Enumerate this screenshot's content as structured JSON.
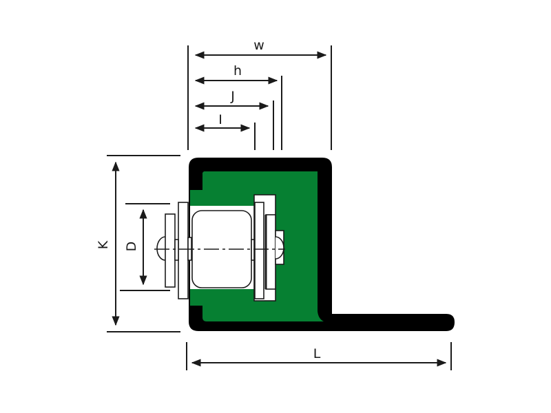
{
  "diagram": {
    "type": "technical cross-section drawing",
    "subject": "chain conveyor guide profile with roller chain",
    "colors": {
      "profile_outer": "#000000",
      "profile_inner": "#068032",
      "chain_parts": "#ffffff",
      "lines": "#1a1a1a"
    },
    "dimensions": {
      "w": "w",
      "h": "h",
      "J": "J",
      "I": "I",
      "K": "K",
      "D": "D",
      "L": "L"
    }
  }
}
